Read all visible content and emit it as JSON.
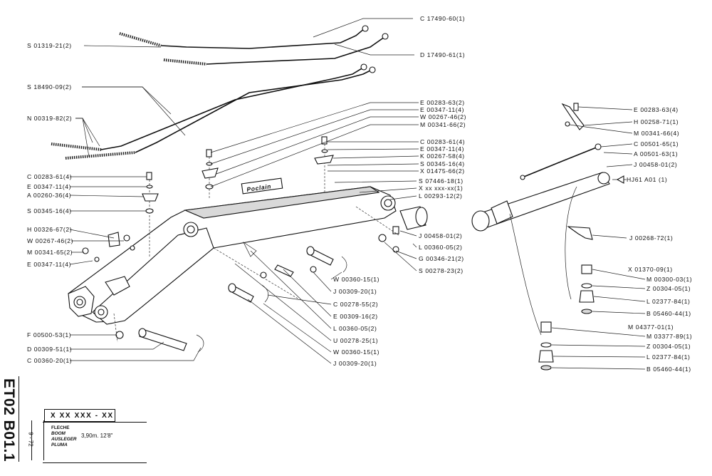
{
  "brand": "Poclain",
  "callouts_left": [
    "S 01319-21(2)",
    "S 18490-09(2)",
    "N 00319-82(2)",
    "C 00283-61(4)",
    "E 00347-11(4)",
    "A 00260-36(4)",
    "S 00345-16(4)",
    "H 00326-67(2)",
    "W 00267-46(2)",
    "M 00341-65(2)",
    "E 00347-11(4)",
    "F 00500-53(1)",
    "D 00309-51(1)",
    "C 00360-20(1)"
  ],
  "callouts_top": [
    "C 17490-60(1)",
    "D 17490-61(1)"
  ],
  "callouts_mid": [
    "E 00283-63(2)",
    "E 00347-11(4)",
    "W 00267-46(2)",
    "M 00341-66(2)",
    "C 00283-61(4)",
    "E 00347-11(4)",
    "K 00267-58(4)",
    "S 00345-16(4)",
    "X 01475-66(2)",
    "S 07446-18(1)",
    "X xx xxx-xx(1)",
    "L 00293-12(2)"
  ],
  "callouts_right_mid": [
    "J 00458-01(2)",
    "L 00360-05(2)",
    "G 00346-21(2)",
    "S 00278-23(2)"
  ],
  "callouts_bottom": [
    "W 00360-15(1)",
    "J 00309-20(1)",
    "C 00278-55(2)",
    "E 00309-16(2)",
    "L 00360-05(2)",
    "U 00278-25(1)",
    "W 00360-15(1)",
    "J 00309-20(1)"
  ],
  "callouts_cylinder": [
    "E 00283-63(4)",
    "H 00258-71(1)",
    "M 00341-66(4)",
    "C 00501-65(1)",
    "A 00501-63(1)",
    "J 00458-01(2)",
    "HJ61 A01 (1)",
    "J 00268-72(1)",
    "X 01370-09(1)",
    "M 00300-03(1)",
    "Z 00304-05(1)",
    "L 02377-84(1)",
    "B 05460-44(1)",
    "M 04377-01(1)",
    "M 03377-89(1)",
    "Z 00304-05(1)",
    "L 02377-84(1)",
    "B 05460-44(1)"
  ],
  "title_block": {
    "ref_code": "ET02 B01.1",
    "date": "9 - 72",
    "part_number": "X XX XXX - XX",
    "names": [
      "FLECHE",
      "BOOM",
      "AUSLEGER",
      "PLUMA"
    ],
    "dimensions": "3,90m.  12'8\""
  }
}
